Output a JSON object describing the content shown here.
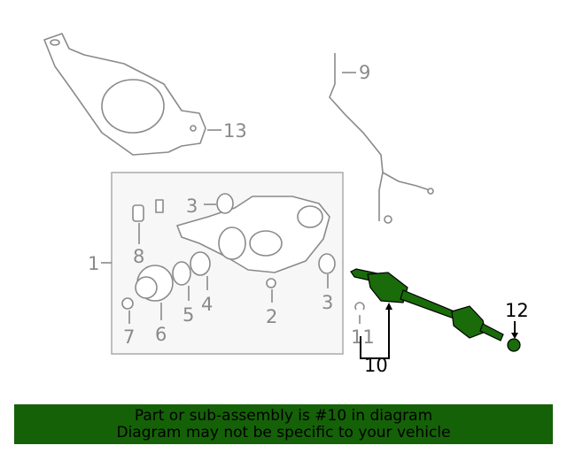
{
  "colors": {
    "highlight": "#1a6b0a",
    "banner": "#156108",
    "callout_gray": "#8a8a8a"
  },
  "callouts": {
    "c1": "1",
    "c2": "2",
    "c3a": "3",
    "c3b": "3",
    "c4": "4",
    "c5": "5",
    "c6": "6",
    "c7": "7",
    "c8": "8",
    "c9": "9",
    "c10": "10",
    "c11": "11",
    "c12": "12",
    "c13": "13"
  },
  "highlighted_part": "10",
  "banner": {
    "line1": "Part or sub-assembly is #10 in diagram",
    "line2": "Diagram may not be specific to your vehicle"
  }
}
